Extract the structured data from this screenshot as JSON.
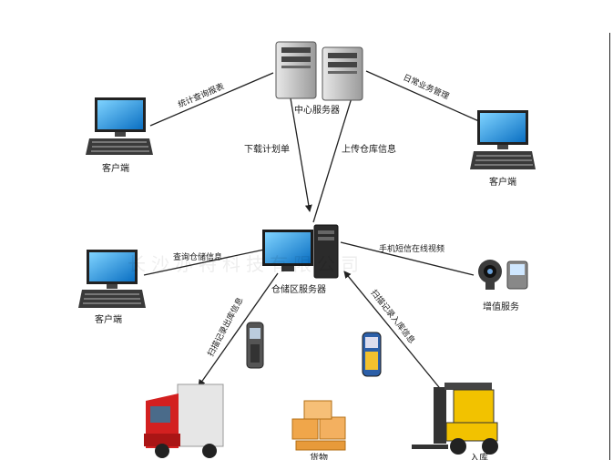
{
  "nodes": {
    "center_server": "中心服务器",
    "warehouse_server": "仓储区服务器",
    "client_top_left": "客户端",
    "client_top_right": "客户端",
    "client_mid_left": "客户端",
    "value_added": "增值服务",
    "goods": "货物",
    "inbound": "入库"
  },
  "edges": {
    "stats_report": "统计查询报表",
    "daily_ops": "日常业务管理",
    "download_plan": "下载计划单",
    "upload_info": "上传仓库信息",
    "query_storage": "查询仓储信息",
    "sms_video": "手机短信在线视频",
    "scan_out": "扫描记录出库信息",
    "scan_in": "扫描记录入库信息"
  },
  "watermark": "长沙亦特科技有限公司"
}
